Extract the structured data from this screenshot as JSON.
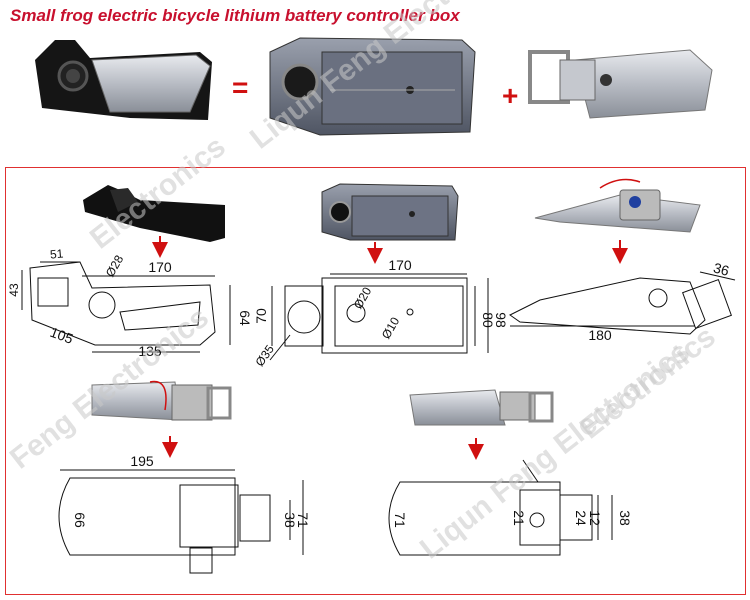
{
  "title": "Small frog electric bicycle lithium battery controller box",
  "operators": {
    "equals": "=",
    "plus": "+"
  },
  "watermark": [
    "Liqun Feng Electronics",
    "Electronics",
    "Feng Electronics",
    "Liqun Feng Electronics",
    "Electronics"
  ],
  "colors": {
    "title": "#c8102e",
    "arrow": "#d01010",
    "frame": "#e03030"
  },
  "drawing1": {
    "d51": "51",
    "d28": "Ø28",
    "d43": "43",
    "d170": "170",
    "d64": "64",
    "d105": "105",
    "d135": "135"
  },
  "drawing2": {
    "d170": "170",
    "d20": "Ø20",
    "d70": "70",
    "d10": "Ø10",
    "d80": "80",
    "d98": "98",
    "d35": "Ø35"
  },
  "drawing3": {
    "d36": "36",
    "d180": "180"
  },
  "drawing4": {
    "d195": "195",
    "d66": "66",
    "d38": "38",
    "d71": "71"
  },
  "drawing5": {
    "d71": "71",
    "d21": "21",
    "d24": "24",
    "d12": "12",
    "d38": "38"
  }
}
